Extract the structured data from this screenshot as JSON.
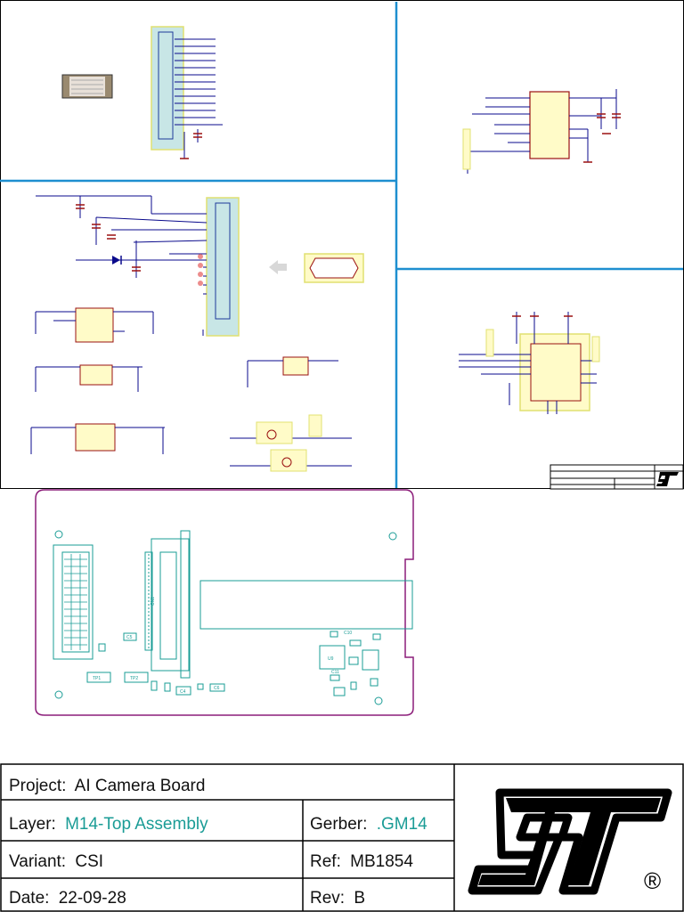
{
  "schematic": {
    "frame_color": "#000000",
    "divider_color": "#1e8fd0",
    "net_color": "#0a0a8c",
    "component_fill": "#fffbc8",
    "component_outline": "#9a1010",
    "connector_fill": "#c8e6e6",
    "highlight_color": "#f0f080",
    "mini_title_logo": "st-logo"
  },
  "assembly": {
    "outline_color": "#8c1d7a",
    "silkscreen_color": "#1a9c96",
    "designators": [
      "C5",
      "CN1",
      "C10",
      "U9",
      "C11",
      "TP1",
      "TP2",
      "C4",
      "C6"
    ]
  },
  "title_block": {
    "project_label": "Project:",
    "project_value": "AI Camera Board",
    "layer_label": "Layer:",
    "layer_value": "M14-Top Assembly",
    "gerber_label": "Gerber:",
    "gerber_value": ".GM14",
    "variant_label": "Variant:",
    "variant_value": "CSI",
    "ref_label": "Ref:",
    "ref_value": "MB1854",
    "date_label": "Date:",
    "date_value": "22-09-28",
    "rev_label": "Rev:",
    "rev_value": "B",
    "logo_icon": "st-logo-icon",
    "registered_mark": "®",
    "accent_color": "#1a9c96"
  }
}
